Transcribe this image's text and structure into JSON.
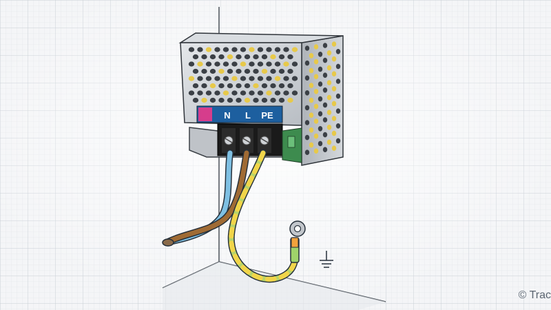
{
  "illustration": {
    "terminal_labels": {
      "neutral": "N",
      "live": "L",
      "protective_earth": "PE"
    },
    "copyright": "© Trac",
    "colors": {
      "background": "#f4f5f7",
      "grid_line": "#c9cfd6",
      "housing_metal": "#c8ccd0",
      "vent_hole": "#3b4046",
      "label_strip": "#1d5f9f",
      "label_accent": "#d63d8c",
      "terminal_block": "#1a1a1a",
      "wire_blue": "#7fc0e3",
      "wire_brown": "#a06b34",
      "wire_green_yellow": "#b6d36a",
      "lug_orange": "#f2a23c"
    },
    "icons": [
      "ground-symbol-icon",
      "ring-terminal-icon",
      "screw-icon"
    ]
  }
}
